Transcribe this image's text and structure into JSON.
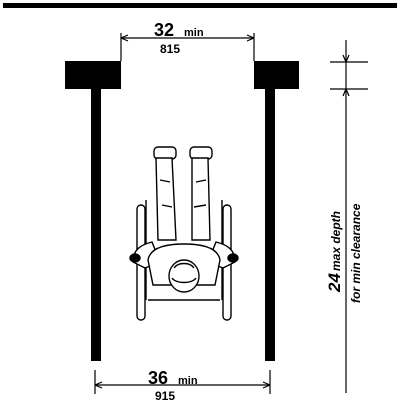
{
  "diagram": {
    "top_dimension": {
      "value": "32",
      "unit": "min",
      "metric": "815"
    },
    "bottom_dimension": {
      "value": "36",
      "unit": "min",
      "metric": "915"
    },
    "depth_dimension": {
      "value": "24",
      "line1": "max depth",
      "line2": "for min clearance"
    },
    "figure": "wheelchair-user-top-view-icon"
  }
}
